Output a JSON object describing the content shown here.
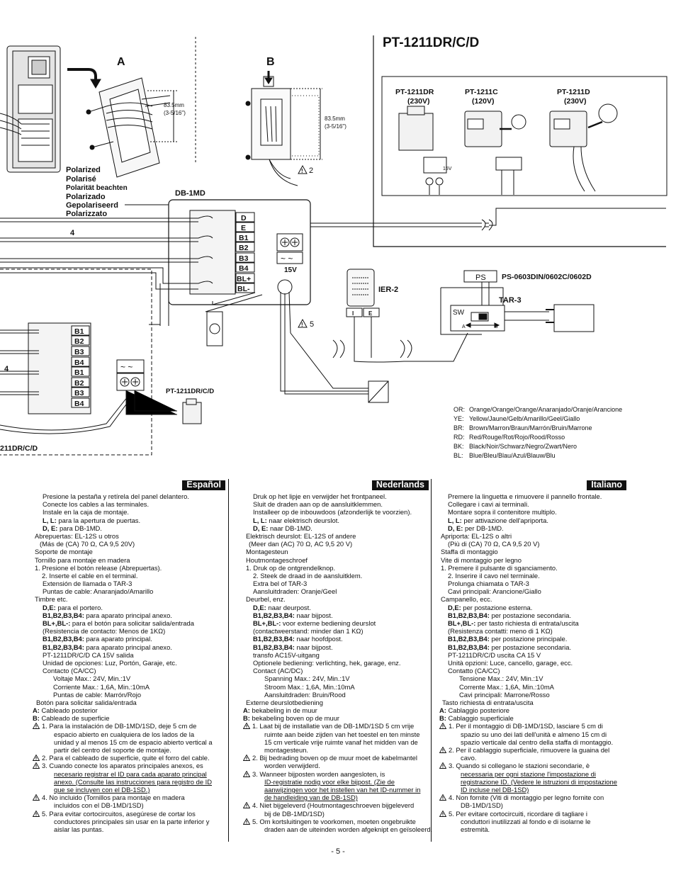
{
  "diagram": {
    "model_title": "PT-1211DR/C/D",
    "label_a": "A",
    "label_b": "B",
    "dim_a": "83.5mm",
    "dim_a_in": "(3-5/16\")",
    "dim_b": "83.5mm",
    "dim_b_in": "(3-5/16\")",
    "warn_2": "2",
    "warn_4a": "4",
    "warn_4b": "4",
    "warn_5": "5",
    "polarized": [
      "Polarized",
      "Polarisé",
      "Polarität beachten",
      "Polarizado",
      "Gepolariseerd",
      "Polarizzato"
    ],
    "db1md": "DB-1MD",
    "db_terms": [
      "D",
      "E",
      "B1",
      "B2",
      "B3",
      "B4",
      "BL+",
      "BL-"
    ],
    "sub_terms": [
      "B1",
      "B2",
      "B3",
      "B4",
      "B1",
      "B2",
      "B3",
      "B4"
    ],
    "v15": "15V",
    "v15_small": "15V",
    "ier2": "IER-2",
    "ier_i": "I",
    "ier_e": "E",
    "ps_label": "PS",
    "ps_models": "PS-0603DIN/0602C/0602D",
    "tar3": "TAR-3",
    "sw": "SW",
    "sw_a": "A",
    "sw_b": "B",
    "pt_small": "PT-1211DR/C/D",
    "unit_label": "211DR/C/D",
    "pt_models": [
      {
        "name": "PT-1211DR",
        "volt": "(230V)"
      },
      {
        "name": "PT-1211C",
        "volt": "(120V)"
      },
      {
        "name": "PT-1211D",
        "volt": "(230V)"
      }
    ],
    "legend": [
      {
        "code": "OR:",
        "text": "Orange/Orange/Orange/Anaranjado/Oranje/Arancione"
      },
      {
        "code": "YE:",
        "text": "Yellow/Jaune/Gelb/Amarillo/Geel/Giallo"
      },
      {
        "code": "BR:",
        "text": "Brown/Marron/Braun/Marrón/Bruin/Marrone"
      },
      {
        "code": "RD:",
        "text": "Red/Rouge/Rot/Rojo/Rood/Rosso"
      },
      {
        "code": "BK:",
        "text": "Black/Noir/Schwarz/Negro/Zwart/Nero"
      },
      {
        "code": "BL:",
        "text": "Blue/Bleu/Blau/Azul/Blauw/Blu"
      }
    ]
  },
  "columns": [
    {
      "title": "Español",
      "lines": [
        {
          "i": 60,
          "t": "Presione la pestaña y retírela del panel delantero."
        },
        {
          "i": 60,
          "t": "Conecte los cables a las terminales."
        },
        {
          "i": 60,
          "t": "Instale en la caja de montaje."
        },
        {
          "i": 60,
          "b": "L, L:",
          "t": " para la apertura de puertas."
        },
        {
          "i": 60,
          "b": "D, E:",
          "t": " para DB-1MD."
        },
        {
          "i": 49,
          "t": "Abrepuertas: EL-12S u otros"
        },
        {
          "i": 56,
          "t": "(Más de (CA) 70 Ω, CA 9,5  20V)"
        },
        {
          "i": 49,
          "t": "Soporte de montaje"
        },
        {
          "i": 49,
          "t": "Tornillo para montaje en madera"
        },
        {
          "i": 49,
          "t": "1. Presione el botón release (Abrepuertas)."
        },
        {
          "i": 59,
          "t": "2. Inserte el cable en el terminal."
        },
        {
          "i": 60,
          "t": "Extensión de llamada o TAR-3"
        },
        {
          "i": 60,
          "t": "Puntas de cable: Anaranjado/Amarillo"
        },
        {
          "i": 49,
          "t": "Timbre etc."
        },
        {
          "i": 60,
          "b": "D,E:",
          "t": " para el portero."
        },
        {
          "i": 60,
          "b": "B1,B2,B3,B4:",
          "t": " para aparato principal anexo."
        },
        {
          "i": 60,
          "b": "BL+,BL-:",
          "t": " para el botón para solicitar salida/entrada"
        },
        {
          "i": 60,
          "t": "(Resistencia de contacto: Menos de 1KΩ)"
        },
        {
          "i": 60,
          "b": "B1,B2,B3,B4:",
          "t": " para aparato principal."
        },
        {
          "i": 60,
          "b": "B1,B2,B3,B4:",
          "t": " para aparato principal anexo."
        },
        {
          "i": 60,
          "t": "PT-1211DR/C/D CA 15V salida"
        },
        {
          "i": 60,
          "t": "Unidad de opciones: Luz, Portón, Garaje, etc."
        },
        {
          "i": 60,
          "t": "Contacto (CA/CC)"
        },
        {
          "i": 75,
          "t": "Voltaje Max.: 24V, Min.:1V"
        },
        {
          "i": 75,
          "t": "Corriente Max.: 1,6A, Min.:10mA"
        },
        {
          "i": 75,
          "t": "Puntas de cable: Marrón/Rojo"
        },
        {
          "i": 51,
          "t": "Botón para solicitar salida/entrada"
        },
        {
          "i": 46,
          "b": "A:",
          "t": " Cableado posterior"
        },
        {
          "i": 46,
          "b": "B:",
          "t": " Cableado de superficie"
        },
        {
          "i": 46,
          "w": 1,
          "t": "1.  Para la instalación de DB-1MD/1SD, deje 5 cm de"
        },
        {
          "i": 76,
          "t": "espacio abierto en cualquiera de los lados de la"
        },
        {
          "i": 76,
          "t": "unidad y al menos 15 cm de espacio abierto vertical a"
        },
        {
          "i": 76,
          "t": "partir del centro del soporte de montaje."
        },
        {
          "i": 46,
          "w": 1,
          "t": "2.  Para el cableado de superficie, quite el forro del cable."
        },
        {
          "i": 46,
          "w": 1,
          "t": "3.  Cuando conecte los aparatos principales anexos, es"
        },
        {
          "i": 76,
          "u": 1,
          "t": "necesario registrar el ID para cada aparato principal"
        },
        {
          "i": 76,
          "u": 1,
          "t": "anexo. (Consulte las instrucciones para registro de ID"
        },
        {
          "i": 76,
          "u": 1,
          "t": "que se incluyen con el DB-1SD.)"
        },
        {
          "i": 46,
          "w": 1,
          "t": "4.  No incluido (Tornillos para montaje en madera"
        },
        {
          "i": 76,
          "t": "incluidos con el DB-1MD/1SD)"
        },
        {
          "i": 46,
          "w": 1,
          "t": "5.  Para evitar cortocircuitos, asegúrese de cortar los"
        },
        {
          "i": 76,
          "t": "conductores principales sin usar en la parte inferior y"
        },
        {
          "i": 76,
          "t": "aislar las puntas."
        }
      ]
    },
    {
      "title": "Nederlands",
      "lines": [
        {
          "i": 24,
          "t": "Druk op het lipje en verwijder het frontpaneel."
        },
        {
          "i": 24,
          "t": "Sluit de draden aan op de aansluitklemmen."
        },
        {
          "i": 24,
          "t": "Installeer op de inbouwdoos (afzonderlijk te voorzien)."
        },
        {
          "i": 24,
          "b": "L, L:",
          "t": " naar elektrisch deurslot."
        },
        {
          "i": 24,
          "b": "D, E:",
          "t": " naar DB-1MD."
        },
        {
          "i": 14,
          "t": "Elektrisch deurslot: EL-12S of andere"
        },
        {
          "i": 18,
          "t": "(Meer dan (AC) 70 Ω, AC 9,5  20 V)"
        },
        {
          "i": 14,
          "t": "Montagesteun"
        },
        {
          "i": 14,
          "t": "Houtmontageschroef"
        },
        {
          "i": 14,
          "t": "1. Druk op de ontgrendelknop."
        },
        {
          "i": 24,
          "t": "2. Steek de draad in de aansluitklem."
        },
        {
          "i": 24,
          "t": "Extra bel of TAR-3"
        },
        {
          "i": 24,
          "t": "Aansluitdraden: Oranje/Geel"
        },
        {
          "i": 14,
          "t": "Deurbel, enz."
        },
        {
          "i": 24,
          "b": "D,E:",
          "t": " naar deurpost."
        },
        {
          "i": 24,
          "b": "B1,B2,B3,B4:",
          "t": " naar bijpost."
        },
        {
          "i": 24,
          "b": "BL+,BL-:",
          "t": " voor externe bediening deurslot"
        },
        {
          "i": 24,
          "t": "(contactweerstand: minder dan 1 KΩ)"
        },
        {
          "i": 24,
          "b": "B1,B2,B3,B4:",
          "t": " naar hoofdpost."
        },
        {
          "i": 24,
          "b": "B1,B2,B3,B4:",
          "t": " naar bijpost."
        },
        {
          "i": 24,
          "t": "transfo AC15V-uitgang"
        },
        {
          "i": 24,
          "t": "Optionele bediening: verlichting, hek, garage, enz."
        },
        {
          "i": 24,
          "t": "Contact (AC/DC)"
        },
        {
          "i": 40,
          "t": "Spanning Max.: 24V, Min.:1V"
        },
        {
          "i": 40,
          "t": "Stroom Max.: 1,6A, Min.:10mA"
        },
        {
          "i": 40,
          "t": "Aansluitdraden: Bruin/Rood"
        },
        {
          "i": 14,
          "t": "Externe deurslotbediening"
        },
        {
          "i": 10,
          "b": "A:",
          "t": " bekabeling in de muur"
        },
        {
          "i": 10,
          "b": "B:",
          "t": " bekabeling boven op de muur"
        },
        {
          "i": 10,
          "w": 1,
          "t": "1.  Laat bij de installatie van de DB-1MD/1SD 5 cm vrije"
        },
        {
          "i": 40,
          "t": "ruimte aan beide zijden van het toestel en ten minste"
        },
        {
          "i": 40,
          "t": "15 cm verticale vrije ruimte vanaf het midden van de"
        },
        {
          "i": 40,
          "t": "montagesteun."
        },
        {
          "i": 10,
          "w": 1,
          "t": "2.  Bij bedrading boven op de muur moet de kabelmantel"
        },
        {
          "i": 40,
          "t": "worden verwijderd."
        },
        {
          "i": 10,
          "w": 1,
          "t": "3.  Wanneer bijposten worden aangesloten, is"
        },
        {
          "i": 40,
          "u": 1,
          "t": "ID-registratie nodig voor elke bijpost. (Zie de"
        },
        {
          "i": 40,
          "u": 1,
          "t": "aanwijzingen voor het instellen van het ID-nummer in"
        },
        {
          "i": 40,
          "u": 1,
          "t": "de handleiding van de DB-1SD)"
        },
        {
          "i": 10,
          "w": 1,
          "t": "4.  Niet bijgeleverd (Houtmontageschroeven bijgeleverd"
        },
        {
          "i": 40,
          "t": "bij de DB-1MD/1SD)"
        },
        {
          "i": 10,
          "w": 1,
          "t": "5.  Om kortsluitingen te voorkomen, moeten ongebruikte"
        },
        {
          "i": 40,
          "t": "draden aan de uiteinden worden afgeknipt en geïsoleerd."
        }
      ]
    },
    {
      "title": "Italiano",
      "lines": [
        {
          "i": 12,
          "t": "Premere la linguetta e rimuovere il pannello frontale."
        },
        {
          "i": 12,
          "t": "Collegare i cavi ai terminali."
        },
        {
          "i": 12,
          "t": "Montare sopra il contenitore multiplo."
        },
        {
          "i": 12,
          "b": "L, L:",
          "t": " per attivazione dell'apriporta."
        },
        {
          "i": 12,
          "b": "D, E:",
          "t": " per DB-1MD."
        },
        {
          "i": 2,
          "t": "Apriporta: EL-12S o altri"
        },
        {
          "i": 12,
          "t": "(Più di (CA) 70 Ω, CA 9,5  20 V)"
        },
        {
          "i": 2,
          "t": "Staffa di montaggio"
        },
        {
          "i": 2,
          "t": "Vite di montaggio per legno"
        },
        {
          "i": 2,
          "t": "1. Premere il pulsante di sganciamento."
        },
        {
          "i": 12,
          "t": "2. Inserire il cavo nel terminale."
        },
        {
          "i": 12,
          "t": "Prolunga chiamata o TAR-3"
        },
        {
          "i": 12,
          "t": "Cavi principali: Arancione/Giallo"
        },
        {
          "i": 2,
          "t": "Campanello, ecc."
        },
        {
          "i": 12,
          "b": "D,E:",
          "t": " per postazione esterna."
        },
        {
          "i": 12,
          "b": "B1,B2,B3,B4:",
          "t": " per postazione secondaria."
        },
        {
          "i": 12,
          "b": "BL+,BL-:",
          "t": " per tasto richiesta di entrata/uscita"
        },
        {
          "i": 12,
          "t": "(Resistenza contatti: meno di 1 KΩ)"
        },
        {
          "i": 12,
          "b": "B1,B2,B3,B4:",
          "t": " per postazione principale."
        },
        {
          "i": 12,
          "b": "B1,B2,B3,B4:",
          "t": " per postazione secondaria."
        },
        {
          "i": 12,
          "t": "PT-1211DR/C/D uscita CA 15 V"
        },
        {
          "i": 12,
          "t": "Unità opzioni: Luce, cancello, garage, ecc."
        },
        {
          "i": 12,
          "t": "Contatto (CA/CC)"
        },
        {
          "i": 28,
          "t": "Tensione Max.: 24V, Min.:1V"
        },
        {
          "i": 28,
          "t": "Corrente Max.: 1,6A, Min.:10mA"
        },
        {
          "i": 28,
          "t": "Cavi principali: Marrone/Rosso"
        },
        {
          "i": 4,
          "t": "Tasto richiesta di entrata/uscita"
        },
        {
          "i": 0,
          "b": "A:",
          "t": " Cablaggio posteriore"
        },
        {
          "i": 0,
          "b": "B:",
          "t": " Cablaggio superficiale"
        },
        {
          "i": 0,
          "w": 1,
          "t": "1.  Per il montaggio di DB-1MD/1SD, lasciare 5 cm di"
        },
        {
          "i": 30,
          "t": "spazio su uno dei lati dell'unità e almeno 15 cm di"
        },
        {
          "i": 30,
          "t": "spazio verticale dal centro della staffa di montaggio."
        },
        {
          "i": 0,
          "w": 1,
          "t": "2.  Per il cablaggio superficiale, rimuovere la guaina del"
        },
        {
          "i": 30,
          "t": "cavo."
        },
        {
          "i": 0,
          "w": 1,
          "t": "3.  Quando si collegano le stazioni secondarie, è"
        },
        {
          "i": 30,
          "u": 1,
          "t": "necessaria per ogni stazione l'impostazione di"
        },
        {
          "i": 30,
          "u": 1,
          "t": "registrazione ID. (Vedere le istruzioni di impostazione"
        },
        {
          "i": 30,
          "u": 1,
          "t": "ID incluse nel DB-1SD)"
        },
        {
          "i": 0,
          "w": 1,
          "t": "4.  Non fornite (Viti di montaggio per legno fornite con"
        },
        {
          "i": 30,
          "t": "DB-1MD/1SD)"
        },
        {
          "i": 0,
          "w": 1,
          "t": "5.  Per evitare cortocircuiti, ricordare di tagliare i"
        },
        {
          "i": 30,
          "t": "conduttori inutilizzati al fondo e di isolarne le"
        },
        {
          "i": 30,
          "t": "estremità."
        }
      ]
    }
  ],
  "page_number": "- 5 -"
}
